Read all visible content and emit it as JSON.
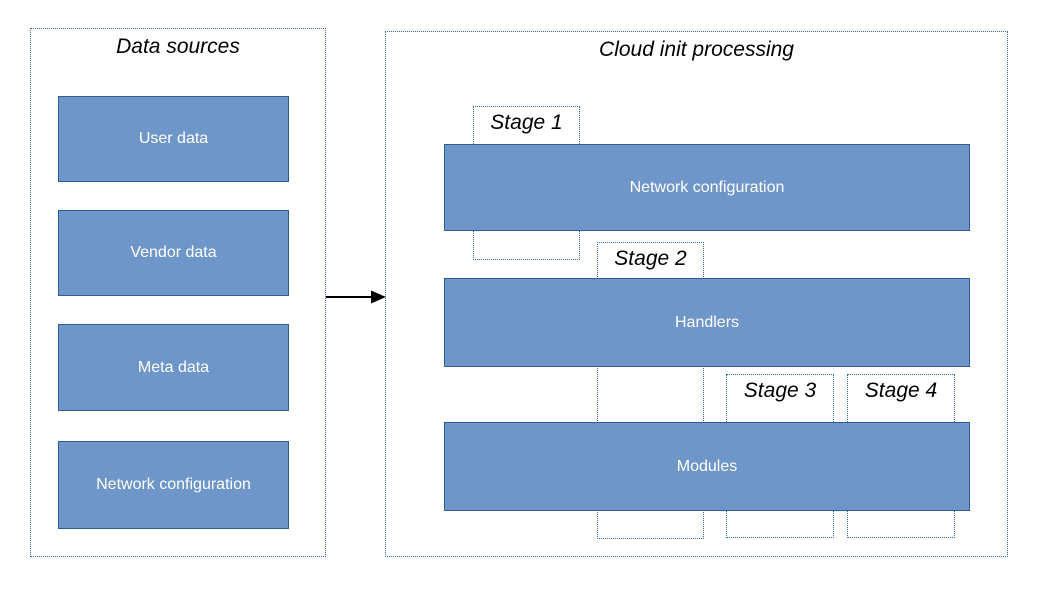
{
  "diagram": {
    "left_panel": {
      "title": "Data sources",
      "boxes": [
        {
          "label": "User data"
        },
        {
          "label": "Vendor data"
        },
        {
          "label": "Meta data"
        },
        {
          "label": "Network configuration"
        }
      ]
    },
    "right_panel": {
      "title": "Cloud init processing",
      "stages": [
        {
          "label": "Stage 1"
        },
        {
          "label": "Stage 2"
        },
        {
          "label": "Stage 3"
        },
        {
          "label": "Stage 4"
        }
      ],
      "boxes": [
        {
          "label": "Network configuration"
        },
        {
          "label": "Handlers"
        },
        {
          "label": "Modules"
        }
      ]
    },
    "colors": {
      "box_fill": "#6f96c8",
      "box_border": "#2e5c94",
      "dotted_border": "#3465a4",
      "box_text": "#ffffff",
      "label_text": "#000000",
      "arrow": "#000000"
    }
  }
}
